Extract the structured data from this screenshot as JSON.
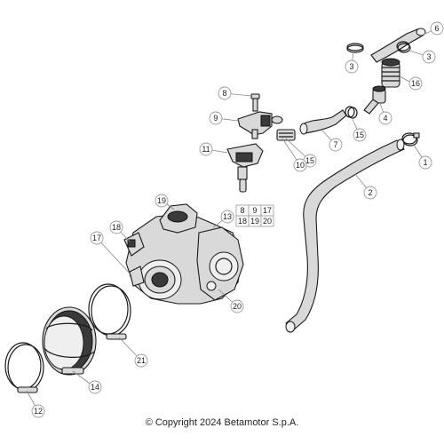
{
  "callouts": {
    "c1": "1",
    "c2": "2",
    "c3a": "3",
    "c3b": "3",
    "c4": "4",
    "c6": "6",
    "c7": "7",
    "c8": "8",
    "c9": "9",
    "c10": "10",
    "c11": "11",
    "c12": "12",
    "c13": "13",
    "c14": "14",
    "c15a": "15",
    "c15b": "15",
    "c16": "16",
    "c17": "17",
    "c18": "18",
    "c19": "19",
    "c20": "20",
    "c21": "21"
  },
  "kit_box": {
    "row1": [
      "8",
      "9",
      "17"
    ],
    "row2": [
      "18",
      "19",
      "20"
    ]
  },
  "copyright": "© Copyright 2024 Betamotor S.p.A."
}
